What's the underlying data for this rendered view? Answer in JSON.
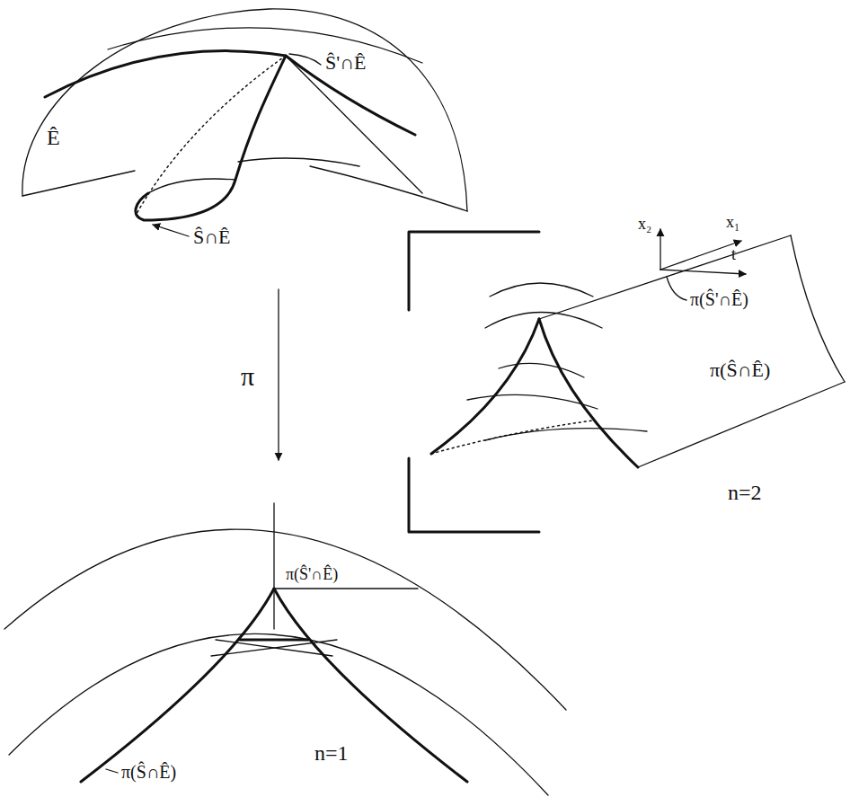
{
  "diagram": {
    "labels": [
      "Ê",
      "Ŝ'∩Ê",
      "Ŝ∩Ê",
      "π",
      "x₂",
      "x₁",
      "t",
      "π(Ŝ'∩Ê)",
      "π(Ŝ∩Ê)",
      "n=2",
      "π(Ŝ'∩Ê)",
      "π(Ŝ∩Ê)",
      "n=1"
    ]
  }
}
